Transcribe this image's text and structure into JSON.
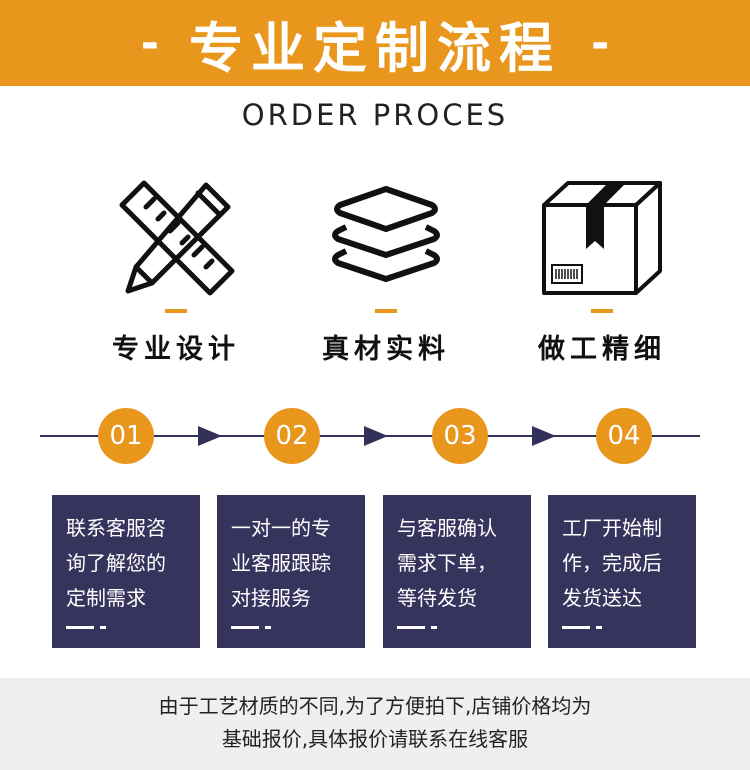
{
  "header": {
    "title": "专业定制流程",
    "dash_left": "-",
    "dash_right": "-",
    "subtitle": "ORDER PROCES"
  },
  "features": [
    {
      "label": "专业设计",
      "icon": "ruler-pencil-icon"
    },
    {
      "label": "真材实料",
      "icon": "layers-icon"
    },
    {
      "label": "做工精细",
      "icon": "package-box-icon"
    }
  ],
  "steps": [
    {
      "number": "01",
      "lines": [
        "联系客服咨",
        "询了解您的",
        "定制需求"
      ]
    },
    {
      "number": "02",
      "lines": [
        "一对一的专",
        "业客服跟踪",
        "对接服务"
      ]
    },
    {
      "number": "03",
      "lines": [
        "与客服确认",
        "需求下单，",
        "等待发货"
      ]
    },
    {
      "number": "04",
      "lines": [
        "工厂开始制",
        "作，完成后",
        "发货送达"
      ]
    }
  ],
  "footer": {
    "line1": "由于工艺材质的不同,为了方便拍下,店铺价格均为",
    "line2": "基础报价,具体报价请联系在线客服"
  },
  "colors": {
    "accent": "#e8961c",
    "navy": "#36335d",
    "footer_bg": "#efefef"
  }
}
